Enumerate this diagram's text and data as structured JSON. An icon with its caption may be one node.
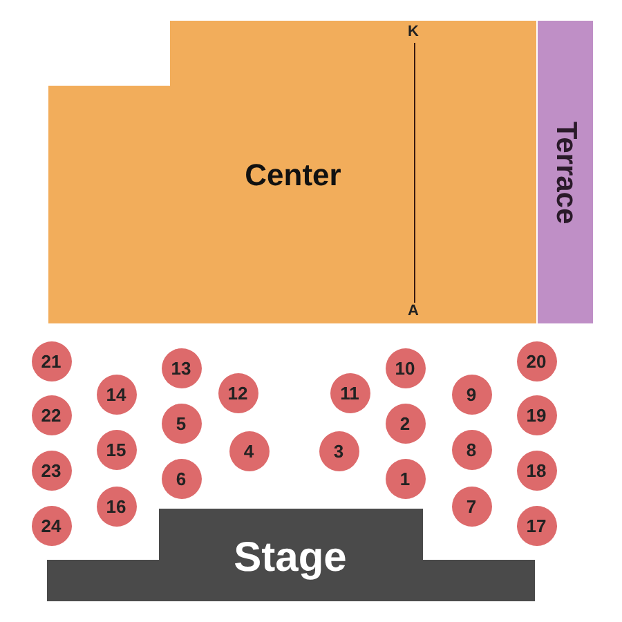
{
  "diagram": {
    "nodes": [
      {
        "text": [
          "Center"
        ]
      },
      {
        "text": [
          "Terrace"
        ]
      },
      {
        "text": [
          "1"
        ]
      },
      {
        "text": [
          "2"
        ]
      },
      {
        "text": [
          "3"
        ]
      },
      {
        "text": [
          "4"
        ]
      },
      {
        "text": [
          "5"
        ]
      },
      {
        "text": [
          "6"
        ]
      },
      {
        "text": [
          "7"
        ]
      },
      {
        "text": [
          "8"
        ]
      },
      {
        "text": [
          "9"
        ]
      },
      {
        "text": [
          "10"
        ]
      },
      {
        "text": [
          "11"
        ]
      },
      {
        "text": [
          "12"
        ]
      },
      {
        "text": [
          "13"
        ]
      },
      {
        "text": [
          "14"
        ]
      },
      {
        "text": [
          "15"
        ]
      },
      {
        "text": [
          "16"
        ]
      },
      {
        "text": [
          "17"
        ]
      },
      {
        "text": [
          "18"
        ]
      },
      {
        "text": [
          "19"
        ]
      },
      {
        "text": [
          "20"
        ]
      },
      {
        "text": [
          "21"
        ]
      },
      {
        "text": [
          "22"
        ]
      },
      {
        "text": [
          "23"
        ]
      },
      {
        "text": [
          "24"
        ]
      },
      {
        "text": [
          "Stage"
        ]
      }
    ],
    "edges": [],
    "labels": [
      "K",
      "A"
    ]
  }
}
